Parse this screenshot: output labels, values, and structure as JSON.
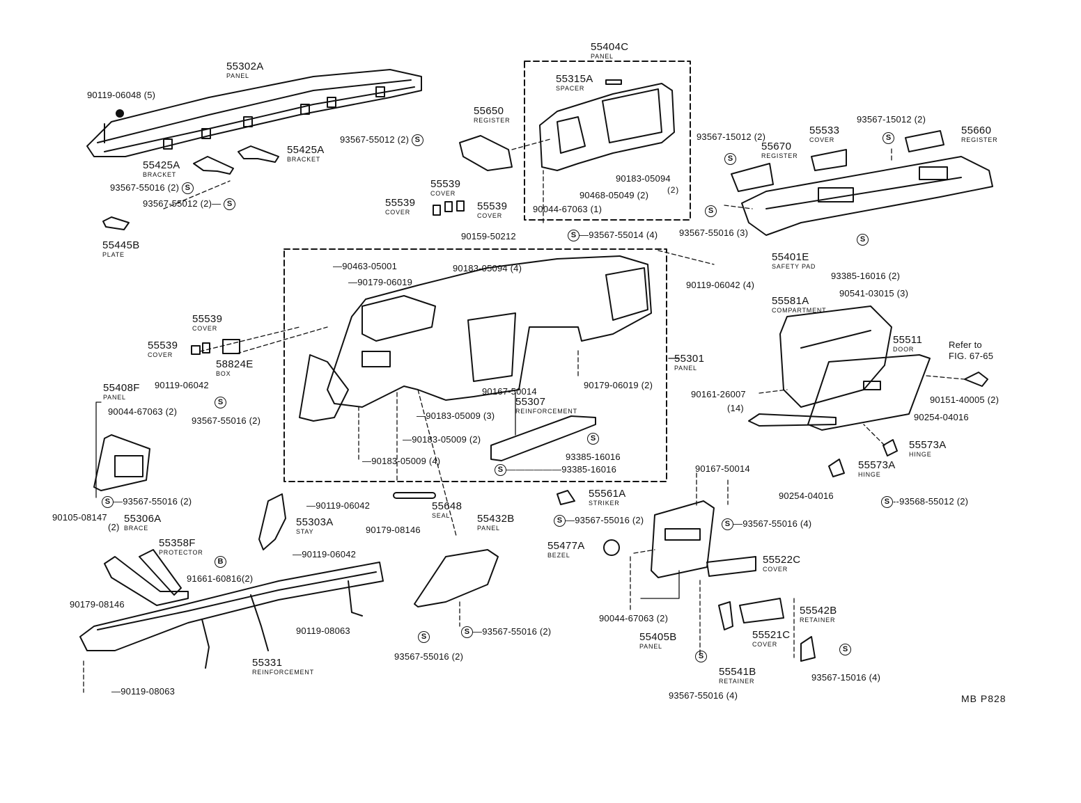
{
  "labels": {
    "p55302A": {
      "num": "55302A",
      "desc": "PANEL"
    },
    "p90119_06048": {
      "num": "90119-06048 (5)"
    },
    "p55425A_a": {
      "num": "55425A",
      "desc": "BRACKET"
    },
    "p55425A_b": {
      "num": "55425A",
      "desc": "BRACKET"
    },
    "p93567_55016_2a": {
      "num": "93567-55016 (2)"
    },
    "p93567_55012_2a": {
      "num": "93567-55012 (2)"
    },
    "p55445B": {
      "num": "55445B",
      "desc": "PLATE"
    },
    "p55404C": {
      "num": "55404C",
      "desc": "PANEL"
    },
    "p55315A": {
      "num": "55315A",
      "desc": "SPACER"
    },
    "p55650": {
      "num": "55650",
      "desc": "REGISTER"
    },
    "p93567_55012_2b": {
      "num": "93567-55012 (2)"
    },
    "p90183_05094_2": {
      "num": "90183-05094",
      "extra": "(2)"
    },
    "p90468_05049": {
      "num": "90468-05049 (2)"
    },
    "p90044_67063_1": {
      "num": "90044-67063 (1)"
    },
    "p90159_50212": {
      "num": "90159-50212"
    },
    "p93567_55014": {
      "num": "93567-55014 (4)"
    },
    "p55539_top": {
      "num": "55539",
      "desc": "COVER"
    },
    "p55539_left": {
      "num": "55539",
      "desc": "COVER"
    },
    "p55539_right": {
      "num": "55539",
      "desc": "COVER"
    },
    "p93567_15012_a": {
      "num": "93567-15012 (2)"
    },
    "p55670": {
      "num": "55670",
      "desc": "REGISTER"
    },
    "p55533": {
      "num": "55533",
      "desc": "COVER"
    },
    "p93567_15012_b": {
      "num": "93567-15012 (2)"
    },
    "p55660": {
      "num": "55660",
      "desc": "REGISTER"
    },
    "p93567_55016_3": {
      "num": "93567-55016 (3)"
    },
    "p55401E": {
      "num": "55401E",
      "desc": "SAFETY PAD"
    },
    "p93385_16016_2": {
      "num": "93385-16016 (2)"
    },
    "p90119_06042_4": {
      "num": "90119-06042 (4)"
    },
    "p90463_05001": {
      "num": "90463-05001"
    },
    "p90179_06019_a": {
      "num": "90179-06019"
    },
    "p90183_05094_4": {
      "num": "90183-05094 (4)"
    },
    "p55539_mid": {
      "num": "55539",
      "desc": "COVER"
    },
    "p55539_mid2": {
      "num": "55539",
      "desc": "COVER"
    },
    "p58824E": {
      "num": "58824E",
      "desc": "BOX"
    },
    "p90119_06042_b": {
      "num": "90119-06042"
    },
    "p93567_55016_2b": {
      "num": "93567-55016 (2)"
    },
    "p55408F": {
      "num": "55408F",
      "desc": "PANEL"
    },
    "p90044_67063_2a": {
      "num": "90044-67063 (2)"
    },
    "p55301": {
      "num": "55301",
      "desc": "PANEL"
    },
    "p90179_06019_2": {
      "num": "90179-06019 (2)"
    },
    "p90167_50014_a": {
      "num": "90167-50014"
    },
    "p55307": {
      "num": "55307",
      "desc": "REINFORCEMENT"
    },
    "p90183_05009_3": {
      "num": "90183-05009 (3)"
    },
    "p90183_05009_2": {
      "num": "90183-05009 (2)"
    },
    "p90183_05009_4": {
      "num": "90183-05009 (4)"
    },
    "p93385_16016_a": {
      "num": "93385-16016"
    },
    "p93385_16016_b": {
      "num": "93385-16016"
    },
    "p55581A": {
      "num": "55581A",
      "desc": "COMPARTMENT"
    },
    "p90541_03015": {
      "num": "90541-03015 (3)"
    },
    "p55511": {
      "num": "55511",
      "desc": "DOOR"
    },
    "p_refer": {
      "line1": "Refer to",
      "line2": "FIG. 67-65"
    },
    "p90161_26007": {
      "num": "90161-26007",
      "extra": "(14)"
    },
    "p90151_40005": {
      "num": "90151-40005 (2)"
    },
    "p90254_04016_a": {
      "num": "90254-04016"
    },
    "p55573A_a": {
      "num": "55573A",
      "desc": "HINGE"
    },
    "p55573A_b": {
      "num": "55573A",
      "desc": "HINGE"
    },
    "p90254_04016_b": {
      "num": "90254-04016"
    },
    "p93568_55012": {
      "num": "93568-55012 (2)"
    },
    "p93567_55016_2c": {
      "num": "93567-55016 (2)"
    },
    "p90105_08147": {
      "num": "90105-08147",
      "extra": "(2)"
    },
    "p55306A": {
      "num": "55306A",
      "desc": "BRACE"
    },
    "p55358F": {
      "num": "55358F",
      "desc": "PROTECTOR"
    },
    "p91661_60816": {
      "num": "91661-60816(2)"
    },
    "p90119_06042_c": {
      "num": "90119-06042"
    },
    "p55303A": {
      "num": "55303A",
      "desc": "STAY"
    },
    "p90119_06042_d": {
      "num": "90119-06042"
    },
    "p55648": {
      "num": "55648",
      "desc": "SEAL"
    },
    "p90179_08146_a": {
      "num": "90179-08146"
    },
    "p55432B": {
      "num": "55432B",
      "desc": "PANEL"
    },
    "p55561A": {
      "num": "55561A",
      "desc": "STRIKER"
    },
    "p93567_55016_2d": {
      "num": "93567-55016 (2)"
    },
    "p90167_50014_b": {
      "num": "90167-50014"
    },
    "p93567_55016_4a": {
      "num": "93567-55016 (4)"
    },
    "p55477A": {
      "num": "55477A",
      "desc": "BEZEL"
    },
    "p55522C": {
      "num": "55522C",
      "desc": "COVER"
    },
    "p90179_08146_b": {
      "num": "90179-08146"
    },
    "p90119_08063_a": {
      "num": "90119-08063"
    },
    "p93567_55016_2e": {
      "num": "93567-55016 (2)"
    },
    "p93567_55016_2f": {
      "num": "93567-55016 (2)"
    },
    "p55331": {
      "num": "55331",
      "desc": "REINFORCEMENT"
    },
    "p90044_67063_2b": {
      "num": "90044-67063 (2)"
    },
    "p55405B": {
      "num": "55405B",
      "desc": "PANEL"
    },
    "p55521C": {
      "num": "55521C",
      "desc": "COVER"
    },
    "p55542B": {
      "num": "55542B",
      "desc": "RETAINER"
    },
    "p93567_15016": {
      "num": "93567-15016 (4)"
    },
    "p55541B": {
      "num": "55541B",
      "desc": "RETAINER"
    },
    "p93567_55016_4b": {
      "num": "93567-55016 (4)"
    },
    "p90119_08063_b": {
      "num": "90119-08063"
    }
  },
  "symbols": {
    "s": "S",
    "b": "B"
  },
  "figure_code": "MB P828"
}
